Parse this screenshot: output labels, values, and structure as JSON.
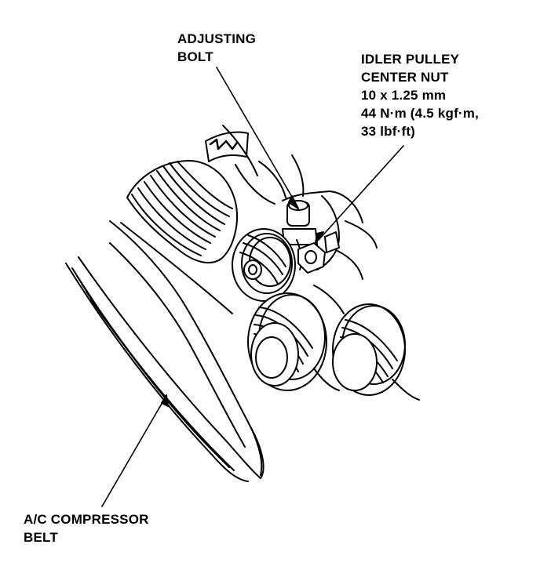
{
  "labels": {
    "adjusting_bolt": [
      "ADJUSTING",
      "BOLT"
    ],
    "idler_pulley": [
      "IDLER PULLEY",
      "CENTER NUT",
      "10 x 1.25 mm",
      "44 N·m (4.5 kgf·m,",
      "33 lbf·ft)"
    ],
    "ac_belt": [
      "A/C COMPRESSOR",
      "BELT"
    ]
  },
  "colors": {
    "ink": "#000000",
    "paper": "#ffffff"
  }
}
